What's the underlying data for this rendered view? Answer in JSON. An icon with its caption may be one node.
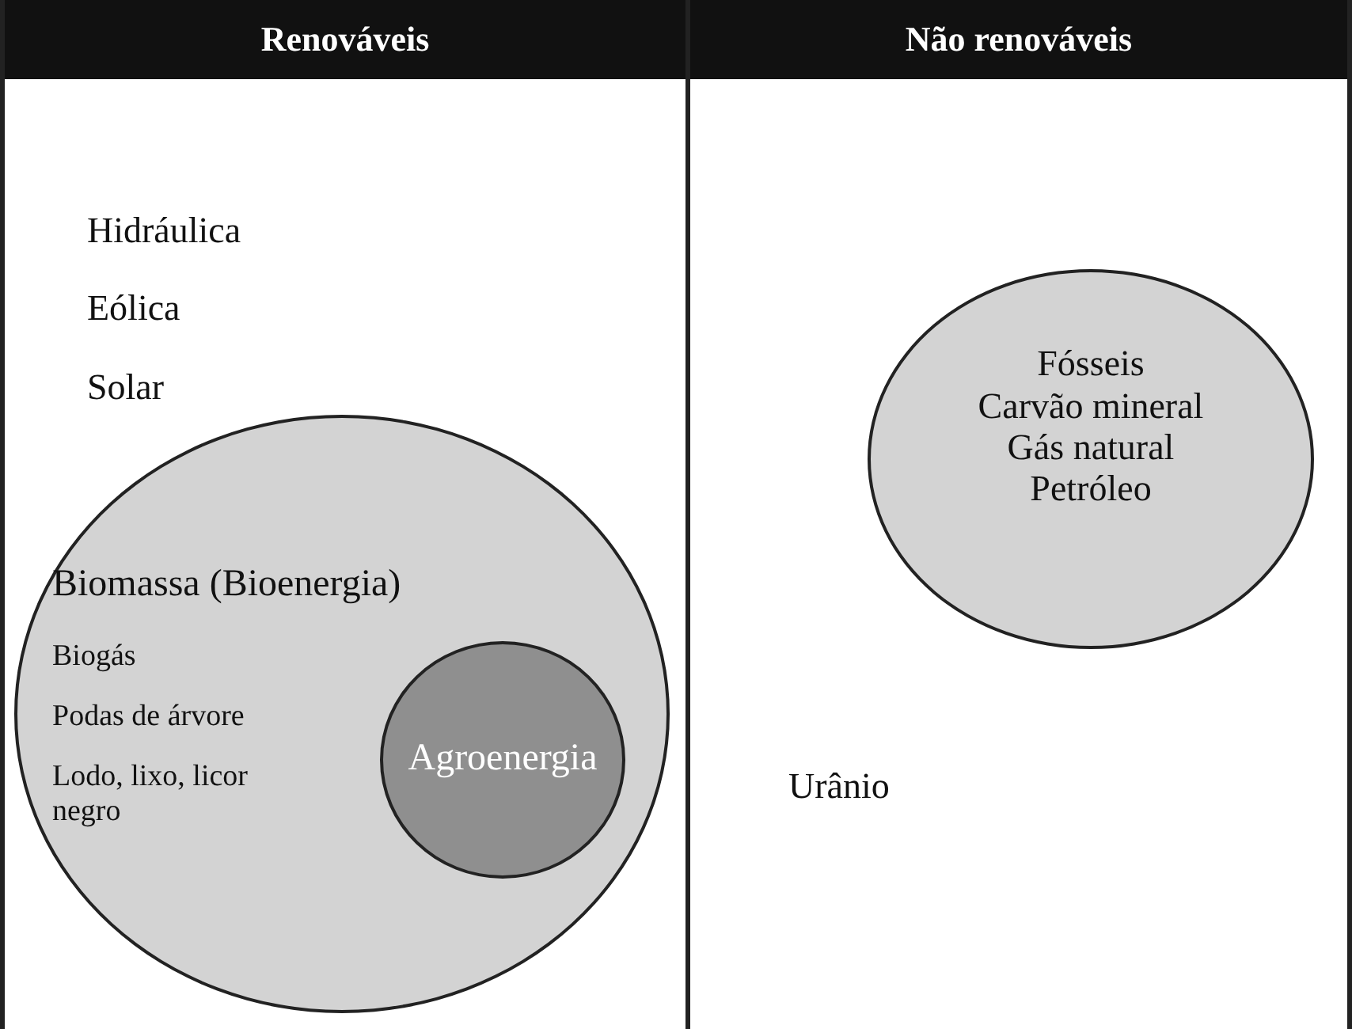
{
  "diagram": {
    "nodes": [
      {
        "text": [
          "Renováveis"
        ]
      },
      {
        "text": [
          "Não renováveis"
        ]
      },
      {
        "text": [
          "Biomassa (Bioenergia)",
          "Biogás",
          "Podas de árvore",
          "Lodo, lixo, licor negro"
        ],
        "in": 0
      },
      {
        "text": [
          "Agroenergia"
        ],
        "in": 2
      },
      {
        "text": [
          "Fósseis",
          "Carvão mineral",
          "Gás natural",
          "Petróleo"
        ],
        "in": 1
      }
    ],
    "labels": [
      "Hidráulica",
      "Eólica",
      "Solar",
      "Urânio"
    ]
  }
}
